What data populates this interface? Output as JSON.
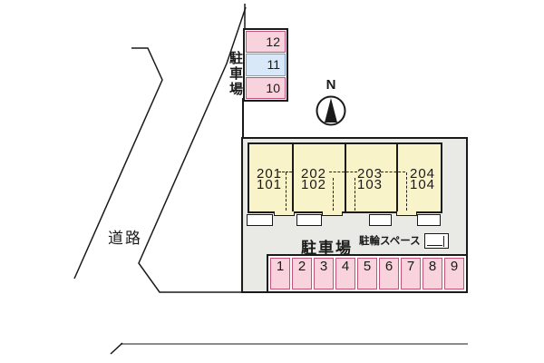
{
  "site_plan": {
    "road_label": "道路",
    "north_label": "N",
    "upper_parking": {
      "label": "駐車場",
      "spaces": [
        {
          "number": "12",
          "type": "pink"
        },
        {
          "number": "11",
          "type": "blue"
        },
        {
          "number": "10",
          "type": "pink"
        }
      ]
    },
    "building": {
      "units": [
        {
          "upper": "201",
          "lower": "101"
        },
        {
          "upper": "202",
          "lower": "102"
        },
        {
          "upper": "203",
          "lower": "103"
        },
        {
          "upper": "204",
          "lower": "104"
        }
      ]
    },
    "lower_parking": {
      "label": "駐車場",
      "spaces": [
        "1",
        "2",
        "3",
        "4",
        "5",
        "6",
        "7",
        "8",
        "9"
      ]
    },
    "bicycle_area": {
      "label": "駐輪スペース"
    }
  },
  "colors": {
    "parking_pink": "#f8d2dc",
    "parking_pink_border": "#c2527a",
    "parking_blue": "#d9e8f8",
    "parking_blue_border": "#7a9cc9",
    "building_yellow": "#f9f3c9",
    "site_gray": "#e9e9e6",
    "line_black": "#1a1a1a",
    "line_gray": "#8c8c8c"
  }
}
